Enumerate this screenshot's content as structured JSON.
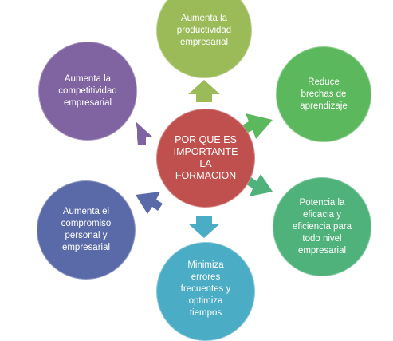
{
  "diagram": {
    "center": {
      "text": "POR QUE ES\nIMPORTANTE\nLA\nFORMACION",
      "color": "#c0504d"
    },
    "nodes": [
      {
        "id": "top",
        "text": "Aumenta la\nproductividad\nempresarial",
        "color": "#9bbb59"
      },
      {
        "id": "right-top",
        "text": "Reduce\nbrechas de\naprendizaje",
        "color": "#5cb85c"
      },
      {
        "id": "right-bottom",
        "text": "Potencia la\neficacia y\neficiencia para\ntodo nivel\nempresarial",
        "color": "#4eb27a"
      },
      {
        "id": "bottom",
        "text": "Minimiza\nerrores\nfrecuentes y\noptimiza\ntiempos",
        "color": "#4bacc6"
      },
      {
        "id": "left-bottom",
        "text": "Aumenta el\ncompromiso\npersonal y\nempresarial",
        "color": "#5a6aa8"
      },
      {
        "id": "left-top",
        "text": "Aumenta la\ncompetitividad\nempresarial",
        "color": "#8064a2"
      }
    ],
    "arrow_colors": {
      "top": "#9bbb59",
      "right-top": "#5cb85c",
      "right-bottom": "#4eb27a",
      "bottom": "#4bacc6",
      "left-bottom": "#5a6aa8",
      "left-top": "#8064a2"
    }
  }
}
